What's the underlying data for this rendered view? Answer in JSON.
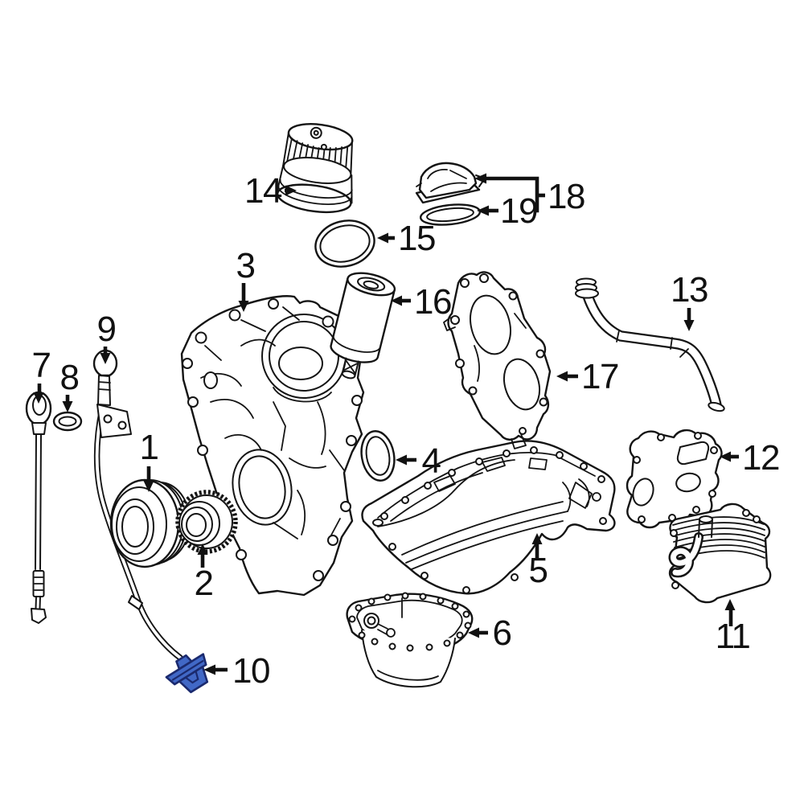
{
  "figure": {
    "background_color": "#ffffff",
    "line_color": "#141414",
    "highlight_fill": "#4168c6",
    "highlight_stroke": "#1b2a6e",
    "highlighted_part_number": "10"
  },
  "callouts": [
    {
      "number": "1"
    },
    {
      "number": "2"
    },
    {
      "number": "3"
    },
    {
      "number": "4"
    },
    {
      "number": "5"
    },
    {
      "number": "6"
    },
    {
      "number": "7"
    },
    {
      "number": "8"
    },
    {
      "number": "9"
    },
    {
      "number": "10"
    },
    {
      "number": "11"
    },
    {
      "number": "12"
    },
    {
      "number": "13"
    },
    {
      "number": "14"
    },
    {
      "number": "15"
    },
    {
      "number": "16"
    },
    {
      "number": "17"
    },
    {
      "number": "18"
    },
    {
      "number": "19"
    }
  ]
}
